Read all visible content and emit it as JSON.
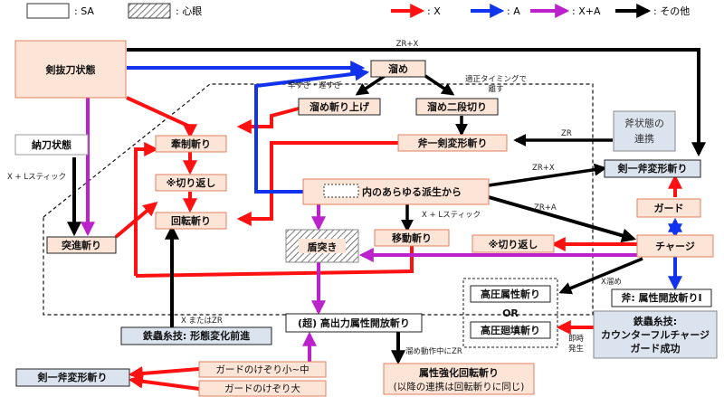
{
  "legend": {
    "sa": ": SA",
    "shingan": ": 心眼",
    "x": ": X",
    "a": ": A",
    "xa": ": X+A",
    "other": ": その他",
    "colors": {
      "x": "#ff1111",
      "a": "#1133ee",
      "xa": "#bb22cc",
      "other": "#000000"
    }
  },
  "nodes": {
    "battou": "剣抜刀状態",
    "noutou": "納刀状態",
    "tame": "溜め",
    "tame_kiriage": "溜め斬り上げ",
    "tame_nidan": "溜め二段切り",
    "fu_ken_henkei": "斧一剣変形斬り",
    "fu_state_1": "斧状態の",
    "fu_state_2": "連携",
    "ken_fu_henkei_right": "剣一斧変形斬り",
    "guard": "ガード",
    "charge": "チャージ",
    "fu_zokusei": "斧: 属性開放斬りI",
    "kenseisei_counter_1": "鉄蟲糸技:",
    "kenseisei_counter_2": "カウンターフルチャージ",
    "kenseisei_counter_3": "ガード成功",
    "kisei": "牽制斬り",
    "kirikaeshi": "※切り返し",
    "kaiten": "回転斬り",
    "tosshin": "突進斬り",
    "derived": "内のあらゆる派生から",
    "tate_tsuki": "盾突き",
    "idou": "移動斬り",
    "kirikaeshi_right": "※切り返し",
    "kouatsu_zokusei": "高圧属性斬り",
    "or": "OR",
    "kouatsu_kaiten": "高圧廻填斬り",
    "kenseisei_keitai": "鉄蟲糸技: 形態変化前進",
    "chou_kou": "(超) 高出力属性開放斬り",
    "zokusei_kyouka_1": "属性強化回転斬り",
    "zokusei_kyouka_2": "(以降の連携は回転斬りに同じ)",
    "guard_kezuri_small": "ガードのけぞり小~中",
    "guard_kezuri_large": "ガードのけぞり大",
    "ken_fu_henkei_left": "剣一斧変形斬り"
  },
  "labels": {
    "zr_x_top": "ZR+X",
    "hayasugi": "早すぎ・遅すぎ",
    "tekisei_1": "適正タイミングで",
    "tekisei_2": "離す",
    "zr": "ZR",
    "zr_x_mid": "ZR+X",
    "zr_a": "ZR+A",
    "x_l_stick_left": "X + Lスティック",
    "x_l_stick_mid": "X + Lスティック",
    "x_tame": "X溜め",
    "x_or_zr": "X またはZR",
    "tame_zr": "溜め動作中にZR",
    "sokuji_1": "即時",
    "sokuji_2": "発生"
  }
}
